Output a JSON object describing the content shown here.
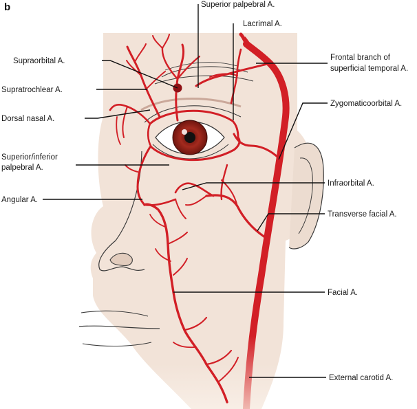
{
  "panel_letter": "b",
  "labels": {
    "superior_palpebral": "Superior palpebral A.",
    "lacrimal": "Lacrimal A.",
    "supraorbital": "Supraorbital A.",
    "frontal_branch_1": "Frontal branch of",
    "frontal_branch_2": "superficial temporal A.",
    "supratrochlear": "Supratrochlear A.",
    "dorsal_nasal": "Dorsal nasal A.",
    "zygomaticoorbital": "Zygomaticoorbital A.",
    "sup_inf_palpebral_1": "Superior/inferior",
    "sup_inf_palpebral_2": "palpebral A.",
    "infraorbital": "Infraorbital A.",
    "angular": "Angular A.",
    "transverse_facial": "Transverse facial A.",
    "facial": "Facial A.",
    "external_carotid": "External carotid A."
  },
  "colors": {
    "artery": "#d21f26",
    "artery_dark": "#8e1015",
    "skin": "#f2e3d8",
    "skin_shadow": "#e2ccbd",
    "iris": "#a32a1e",
    "outline": "#3a3a3a"
  }
}
